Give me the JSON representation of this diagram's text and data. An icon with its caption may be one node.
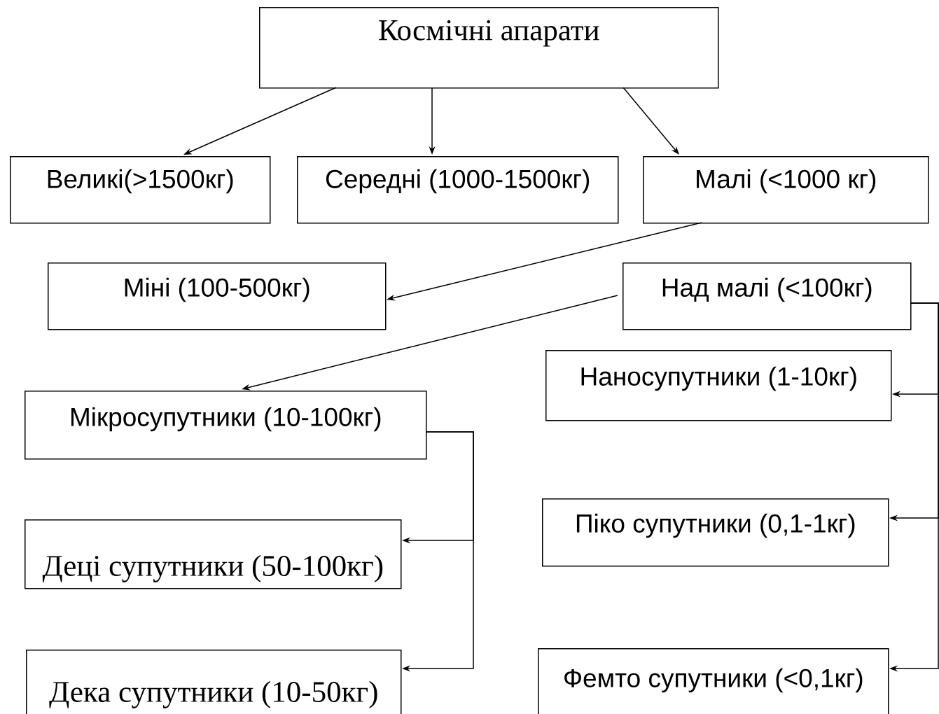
{
  "diagram": {
    "nodes": [
      {
        "text": [
          "Космічні апарати"
        ]
      },
      {
        "text": [
          "Великі(>1500кг)"
        ]
      },
      {
        "text": [
          "Середні (1000-1500кг)"
        ]
      },
      {
        "text": [
          "Малі (<1000 кг)"
        ]
      },
      {
        "text": [
          "Міні (100-500кг)"
        ]
      },
      {
        "text": [
          "Над малі (<100кг)"
        ]
      },
      {
        "text": [
          "Мікросупутники (10-100кг)"
        ]
      },
      {
        "text": [
          "Наносупутники (1-10кг)"
        ]
      },
      {
        "text": [
          "Деці супутники (50-100кг)"
        ]
      },
      {
        "text": [
          "Піко супутники (0,1-1кг)"
        ]
      },
      {
        "text": [
          "Дека супутники (10-50кг)"
        ]
      },
      {
        "text": [
          "Фемто супутники (<0,1кг)"
        ]
      }
    ],
    "edges": [
      {
        "from": 0,
        "to": 1,
        "arrow": "to"
      },
      {
        "from": 0,
        "to": 2,
        "arrow": "to"
      },
      {
        "from": 0,
        "to": 3,
        "arrow": "to"
      },
      {
        "from": 3,
        "to": 4,
        "arrow": "to"
      },
      {
        "from": 5,
        "to": 6,
        "arrow": "to"
      },
      {
        "from": 6,
        "to": 8,
        "arrow": "to"
      },
      {
        "from": 6,
        "to": 10,
        "arrow": "to"
      },
      {
        "from": 5,
        "to": 7,
        "arrow": "to"
      },
      {
        "from": 5,
        "to": 9,
        "arrow": "to"
      },
      {
        "from": 5,
        "to": 11,
        "arrow": "to"
      }
    ]
  }
}
